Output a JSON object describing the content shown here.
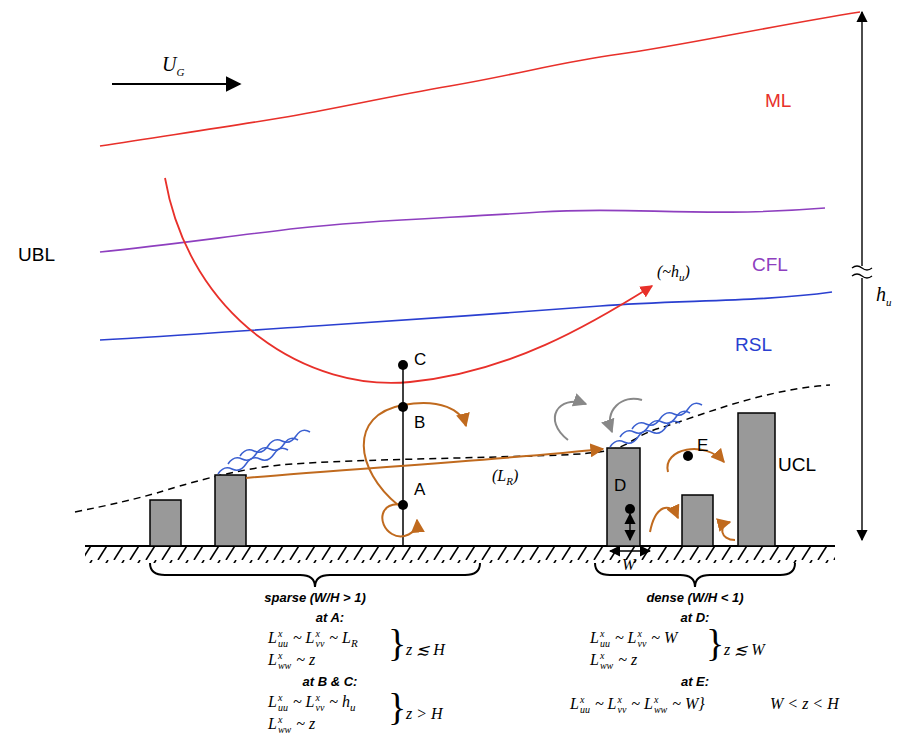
{
  "diagram": {
    "labels": [
      "ML",
      "CFL",
      "RSL",
      "UBL",
      "UCL",
      "U",
      "G",
      "h",
      "u",
      "(~h",
      "u",
      ")",
      "C",
      "B",
      "A",
      "D",
      "E",
      "(L",
      "R",
      ")",
      "W",
      "sparse (W/H > 1)",
      "dense (W/H < 1)",
      "at A:",
      "L",
      "x",
      "uu",
      "~ L",
      "x",
      "vv",
      "~ L",
      "R",
      "L",
      "x",
      "ww",
      "~ z",
      "}",
      "z ≲ H",
      "at B & C:",
      "L",
      "x",
      "uu",
      "~ L",
      "x",
      "vv",
      "~ h",
      "u",
      "L",
      "x",
      "ww",
      "~ z",
      "}",
      "z > H",
      "at D:",
      "L",
      "x",
      "uu",
      "~ L",
      "x",
      "vv",
      "~ W",
      "L",
      "x",
      "ww",
      "~ z",
      "}",
      "z ≲ W",
      "at E:",
      "L",
      "x",
      "uu",
      "~ L",
      "x",
      "vv",
      "~ L",
      "x",
      "ww",
      "~ W}",
      "W < z < H"
    ]
  }
}
